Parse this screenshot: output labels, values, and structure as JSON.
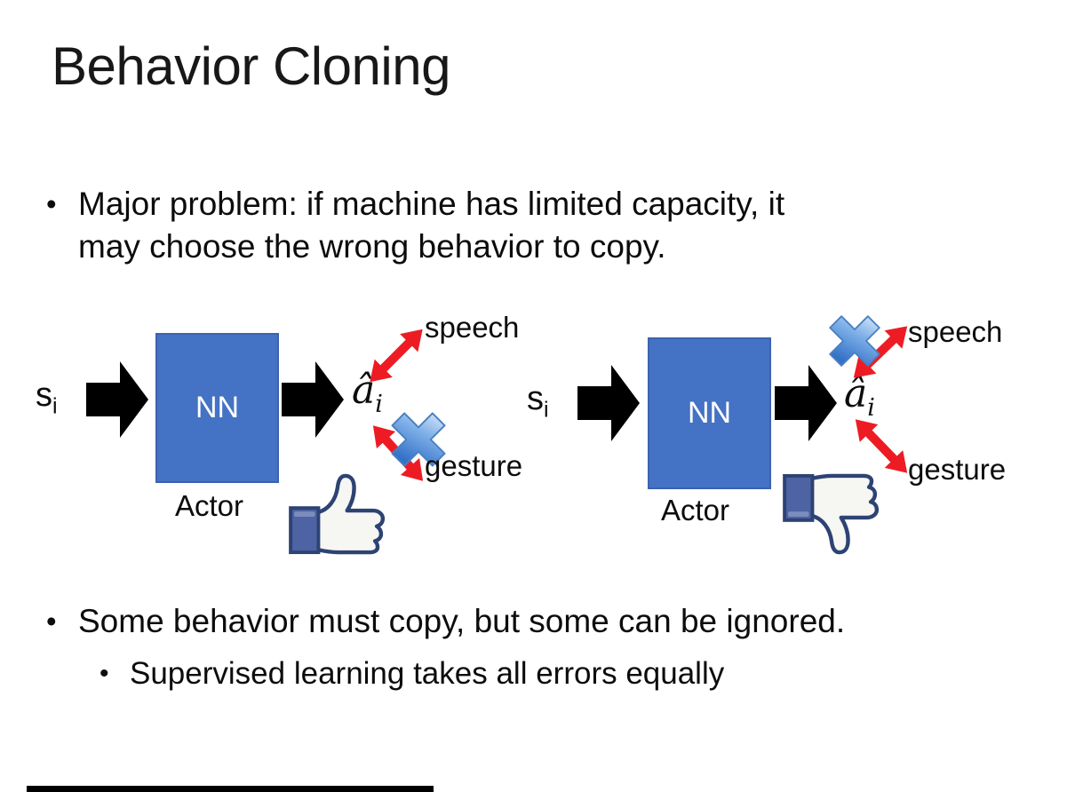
{
  "slide": {
    "title": "Behavior Cloning",
    "bullet_glyph": "•",
    "bullet1": {
      "lines": [
        "Major problem: if machine has limited capacity, it",
        "may choose the wrong behavior to copy."
      ]
    },
    "bullet2": "Some behavior must copy, but some can be ignored.",
    "sub_bullet": "Supervised learning takes all errors equally"
  },
  "diagram": {
    "left": {
      "input_label": "s",
      "input_sub": "i",
      "box_label": "NN",
      "actor_label": "Actor",
      "output_label": "â",
      "output_sub": "i",
      "speech_label": "speech",
      "gesture_label": "gesture",
      "crossed_out": "gesture",
      "feedback_icon": "thumbs-up-icon"
    },
    "right": {
      "input_label": "s",
      "input_sub": "i",
      "box_label": "NN",
      "actor_label": "Actor",
      "output_label": "â",
      "output_sub": "i",
      "speech_label": "speech",
      "gesture_label": "gesture",
      "crossed_out": "speech",
      "feedback_icon": "thumbs-down-icon"
    }
  },
  "colors": {
    "box_blue": "#4472c4",
    "box_border": "#3c63ae",
    "arrow_black": "#000000",
    "arrow_red": "#ed1c24",
    "cross_blue_light": "#ddecfb",
    "cross_blue_dark": "#3472c8",
    "icon_navy": "#2d4373",
    "sleeve_blue": "#4d63a3",
    "background": "#ffffff",
    "text": "#0c0c0c"
  }
}
